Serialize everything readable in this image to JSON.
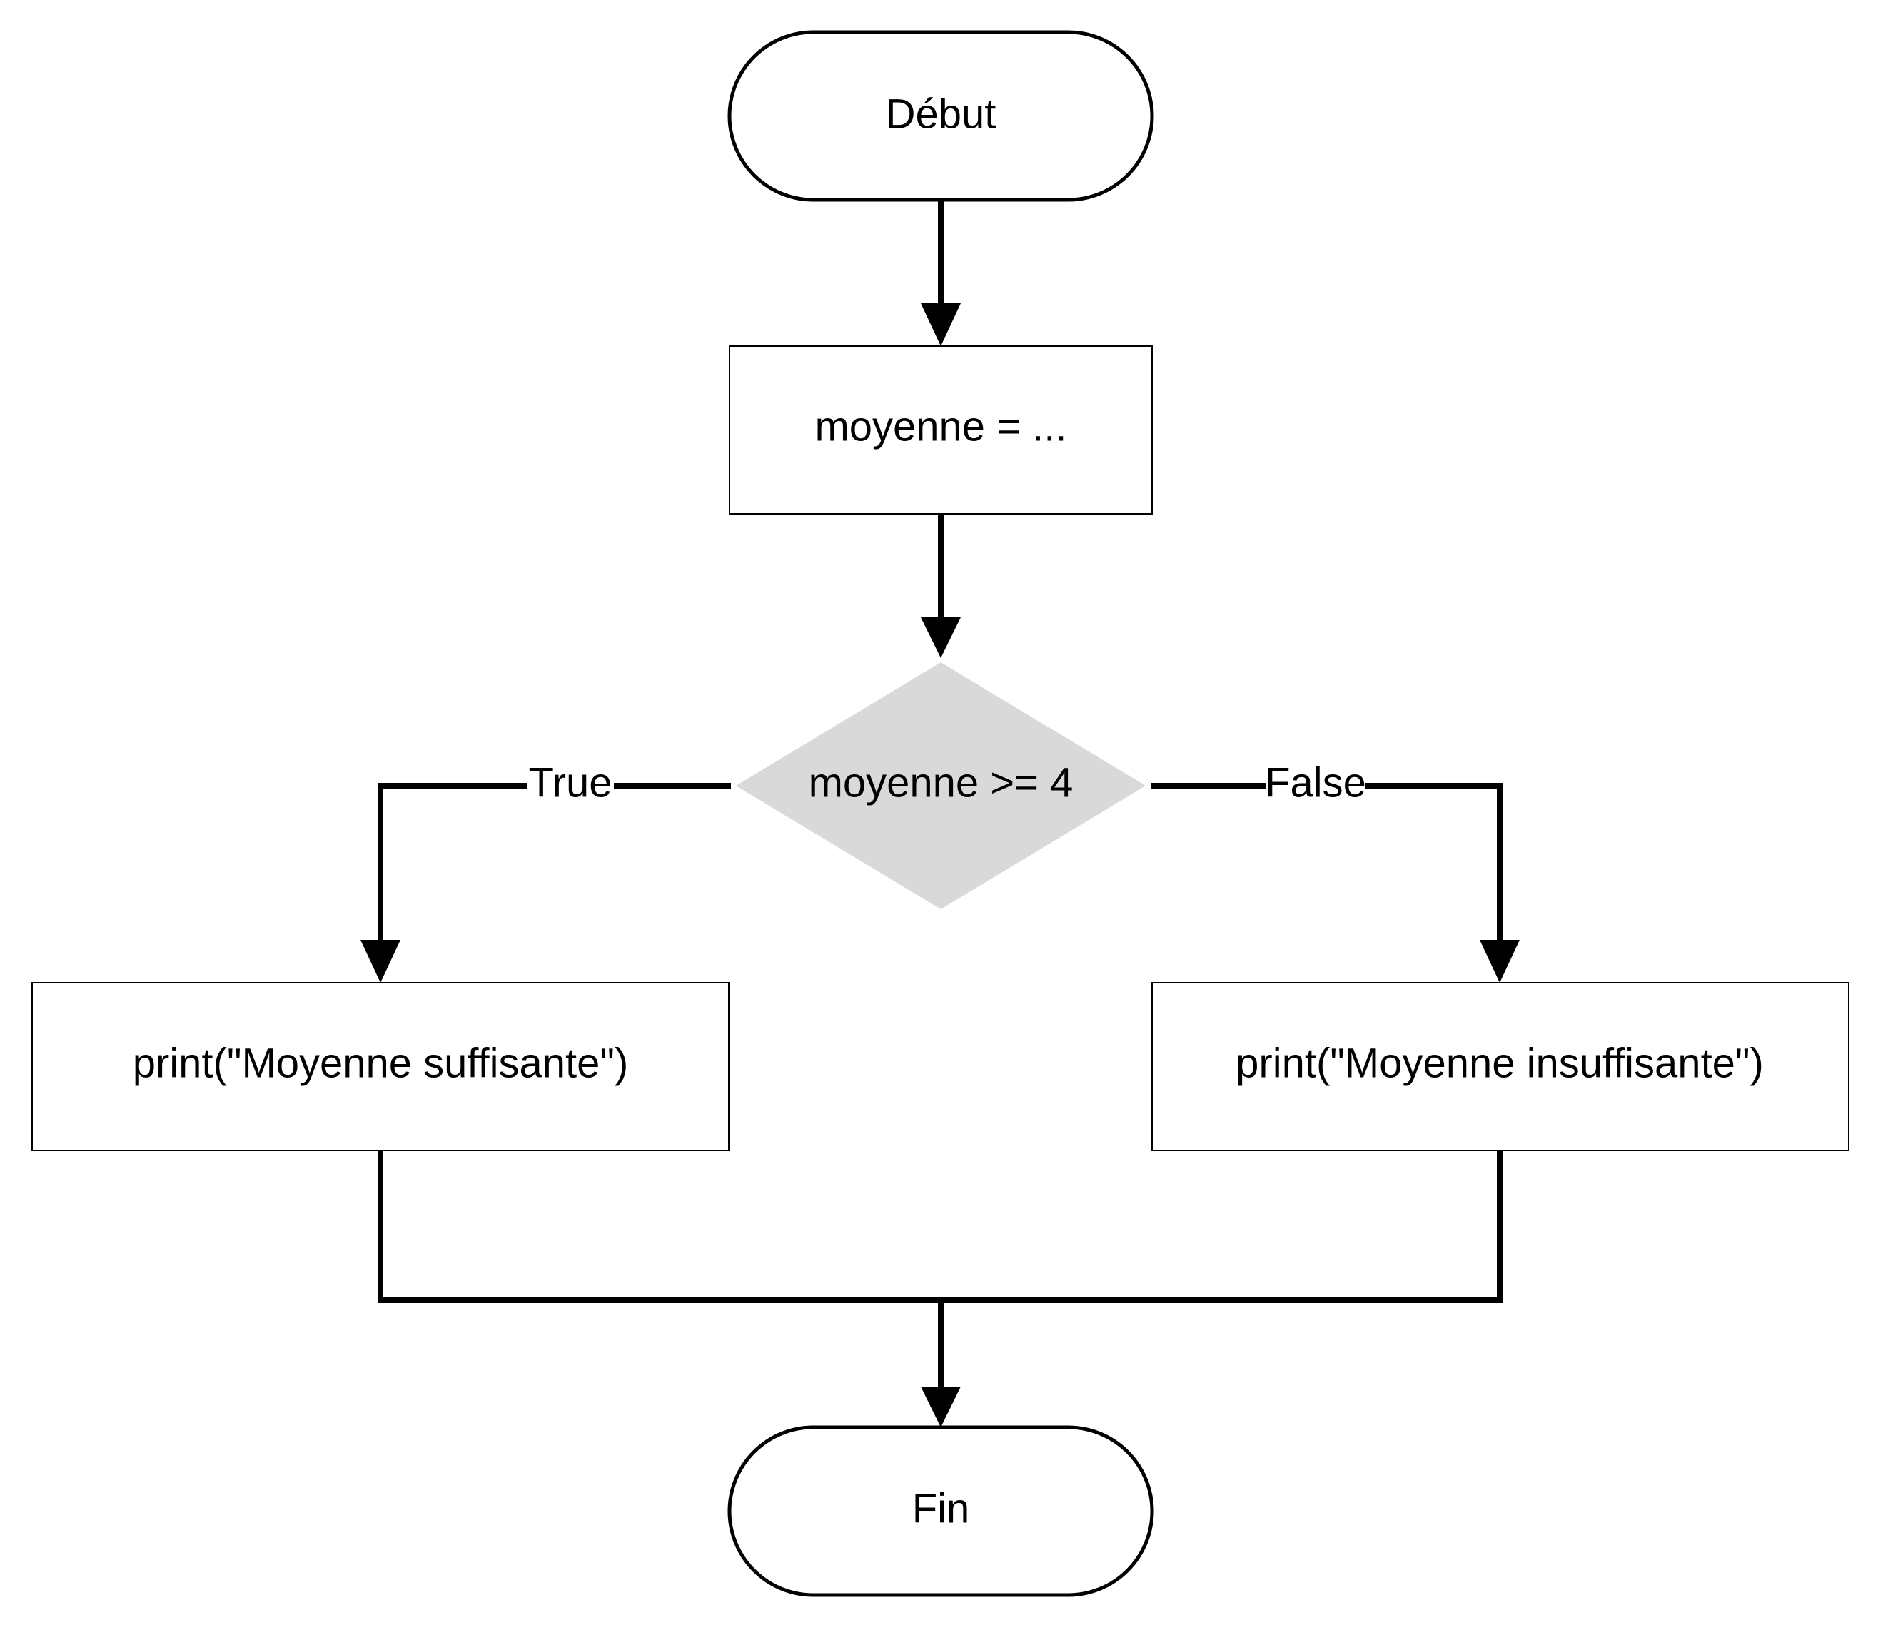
{
  "flowchart": {
    "nodes": {
      "start": {
        "label": "Début",
        "shape": "terminator"
      },
      "assign": {
        "label": "moyenne = ...",
        "shape": "process"
      },
      "decision": {
        "label": "moyenne >= 4",
        "shape": "decision"
      },
      "true_branch": {
        "label": "print(\"Moyenne suffisante\")",
        "shape": "process"
      },
      "false_branch": {
        "label": "print(\"Moyenne insuffisante\")",
        "shape": "process"
      },
      "end": {
        "label": "Fin",
        "shape": "terminator"
      }
    },
    "edges": {
      "true_label": "True",
      "false_label": "False"
    },
    "colors": {
      "decision_fill": "#d9d9d9",
      "stroke": "#000000",
      "background": "#ffffff"
    }
  }
}
